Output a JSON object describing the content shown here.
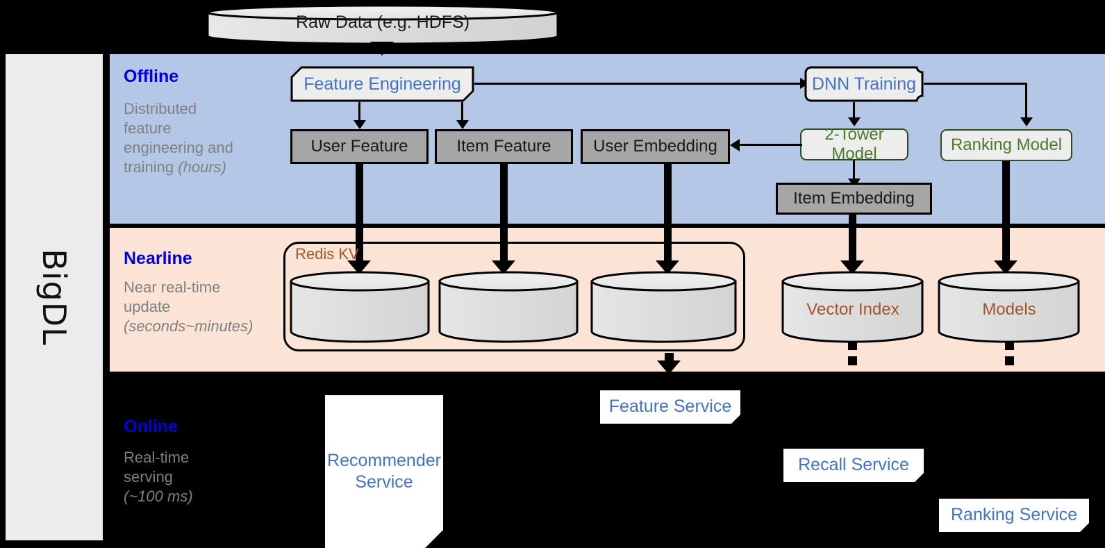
{
  "framework": {
    "label": "BigDL"
  },
  "source": {
    "label": "Raw Data (e.g. HDFS)",
    "icon": "database-cylinder-icon"
  },
  "stages": [
    {
      "id": "offline",
      "title": "Offline",
      "description_line1": "Distributed",
      "description_line2": "feature",
      "description_line3": "engineering and",
      "description_line4": "training ",
      "description_latency": "(hours)",
      "band_color": "#b4c7e7"
    },
    {
      "id": "nearline",
      "title": "Nearline",
      "description_line1": "Near real-time",
      "description_line2": "update",
      "description_latency": "(seconds~minutes)",
      "band_color": "#fbe4d5"
    },
    {
      "id": "online",
      "title": "Online",
      "description_line1": "Real-time",
      "description_line2": "serving",
      "description_latency": "(~100 ms)",
      "band_color": "#000000"
    }
  ],
  "offline": {
    "feature_engineering": {
      "label": "Feature Engineering",
      "text_color": "#4472c4"
    },
    "dnn_training": {
      "label": "DNN Training",
      "text_color": "#4472c4"
    },
    "user_feature": {
      "label": "User Feature"
    },
    "item_feature": {
      "label": "Item Feature"
    },
    "user_embedding": {
      "label": "User Embedding"
    },
    "item_embedding": {
      "label": "Item Embedding"
    },
    "two_tower_model": {
      "label": "2-Tower Model",
      "text_color": "#4a7a2b"
    },
    "ranking_model": {
      "label": "Ranking Model",
      "text_color": "#4a7a2b"
    }
  },
  "nearline": {
    "redis_group_label": "Redis KV",
    "stores": [
      {
        "label": "",
        "icon": "database-cylinder-icon"
      },
      {
        "label": "",
        "icon": "database-cylinder-icon"
      },
      {
        "label": "",
        "icon": "database-cylinder-icon"
      }
    ],
    "vector_index": {
      "label": "Vector Index",
      "icon": "database-cylinder-icon"
    },
    "models": {
      "label": "Models",
      "icon": "database-cylinder-icon"
    }
  },
  "online": {
    "recommender_service": {
      "label_line1": "Recommender",
      "label_line2": "Service"
    },
    "feature_service": {
      "label": "Feature Service"
    },
    "recall_service": {
      "label": "Recall Service"
    },
    "ranking_service": {
      "label": "Ranking Service"
    }
  },
  "colors": {
    "offline_band": "#b4c7e7",
    "nearline_band": "#fbe4d5",
    "accent_blue": "#0000e0",
    "node_blue": "#4472c4",
    "node_green": "#4a7a2b",
    "store_brown": "#a2562a",
    "gray_box": "#a6a6a6",
    "panel_gray": "#ececec",
    "desc_gray": "#808080"
  }
}
